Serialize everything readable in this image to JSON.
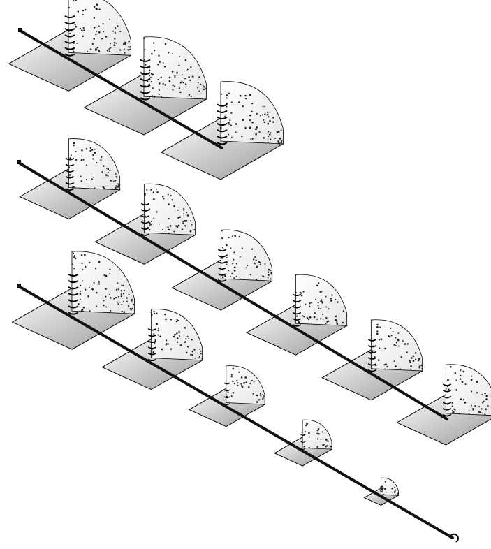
{
  "diagram": {
    "colors": {
      "background": "#ffffff",
      "stroke": "#000000",
      "pipe": "#111111",
      "dots": "#222222",
      "plate_light": "#ffffff",
      "plate_dark": "#9a9a9a"
    },
    "rows": [
      {
        "label": "",
        "units": [
          {
            "scale": 1.0
          },
          {
            "scale": 1.0
          },
          {
            "scale": 1.0
          }
        ]
      },
      {
        "label": "",
        "units": [
          {
            "scale": 0.82
          },
          {
            "scale": 0.82
          },
          {
            "scale": 0.82
          },
          {
            "scale": 0.82
          },
          {
            "scale": 0.82
          },
          {
            "scale": 0.82
          }
        ]
      },
      {
        "label": "",
        "units": [
          {
            "scale": 1.0
          },
          {
            "scale": 0.82
          },
          {
            "scale": 0.62
          },
          {
            "scale": 0.47
          },
          {
            "scale": 0.28
          }
        ]
      }
    ]
  }
}
